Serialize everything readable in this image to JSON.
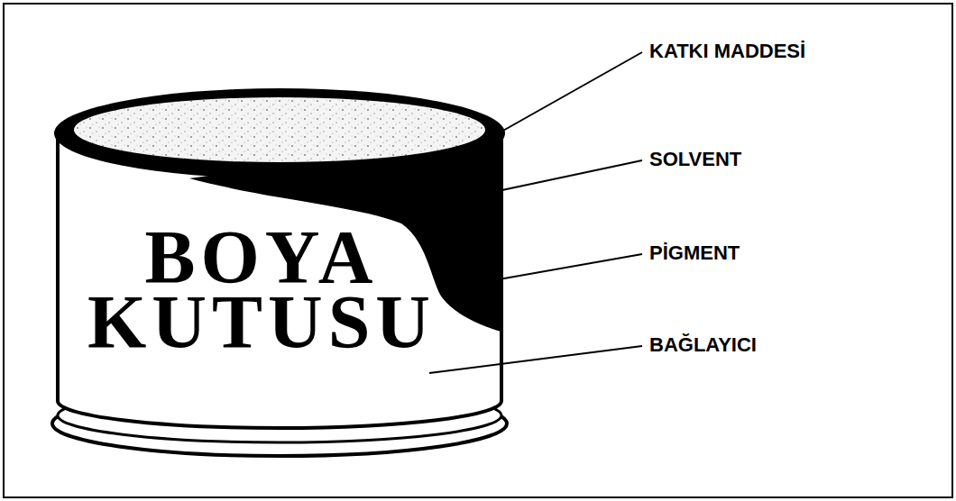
{
  "diagram": {
    "nodes": [
      {
        "text": [
          "BOYA KUTUSU"
        ]
      }
    ],
    "labels": [
      "KATKI MADDESİ",
      "SOLVENT",
      "PİGMENT",
      "BAĞLAYICI"
    ]
  }
}
